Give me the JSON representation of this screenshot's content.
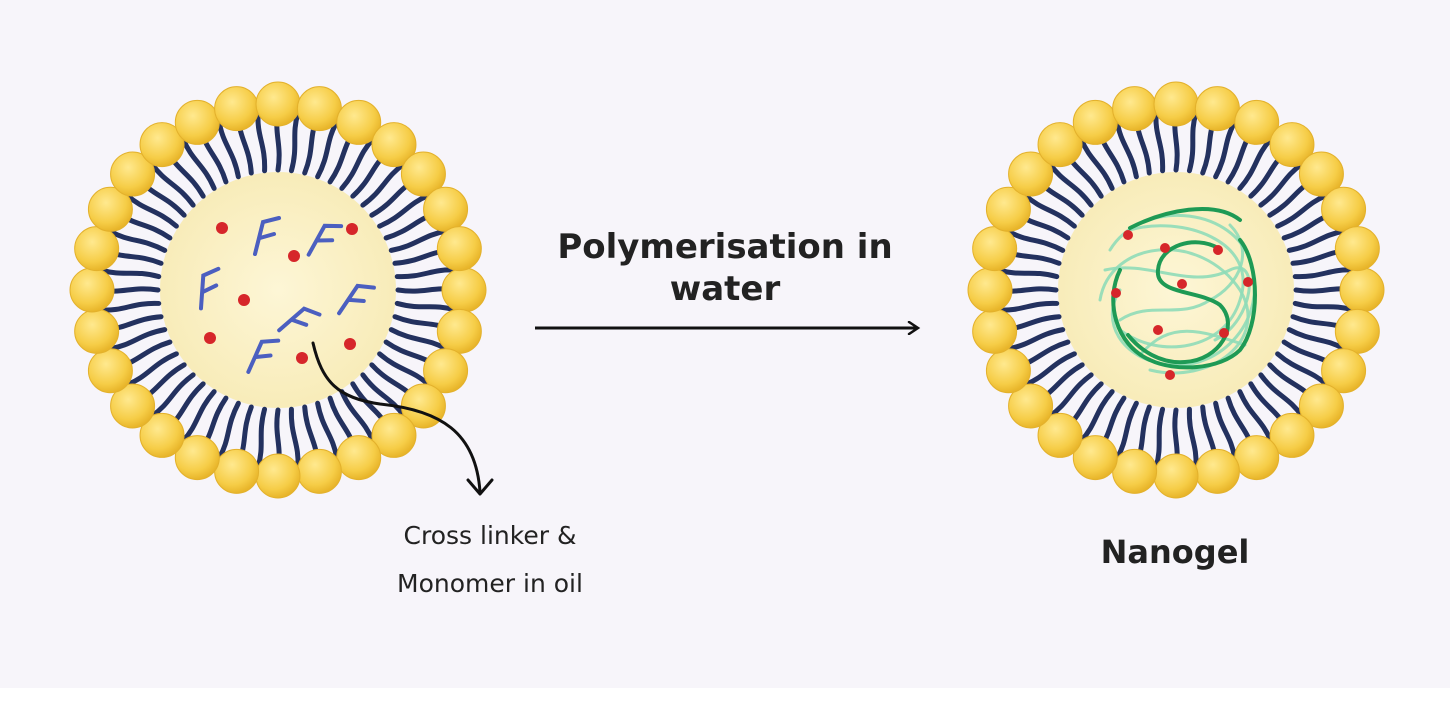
{
  "diagram": {
    "process_label_line1": "Polymerisation in",
    "process_label_line2": "water",
    "inset_label_line1": "Cross linker &",
    "inset_label_line2": "Monomer in oil",
    "product_label": "Nanogel"
  },
  "colors": {
    "background": "#f7f5fa",
    "head_outer": "#f0c23a",
    "head_inner": "#ffe07a",
    "tail": "#23315f",
    "core": "#fbf2c8",
    "crosslinker": "#4b5fc0",
    "monomer": "#d6262a",
    "polymer_main": "#1e9a55",
    "polymer_faint": "#8fdcb8",
    "arrow": "#111111"
  }
}
